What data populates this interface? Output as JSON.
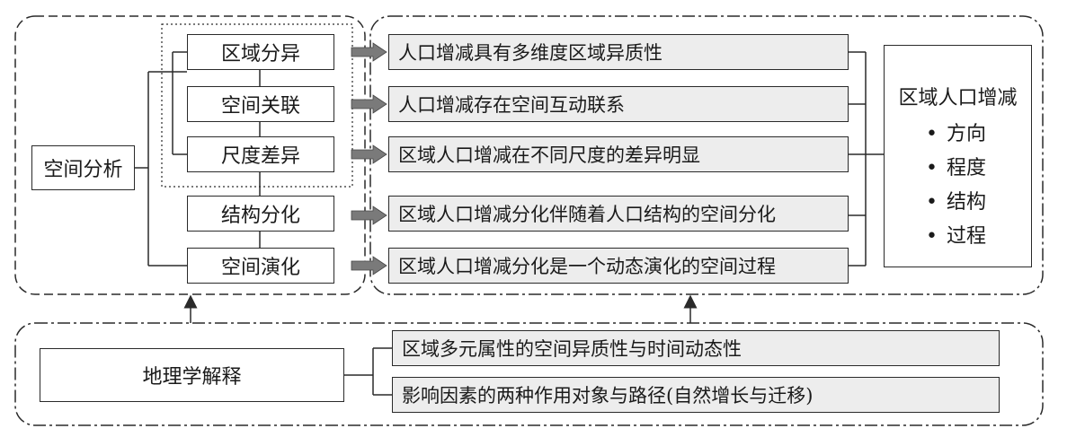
{
  "left": {
    "root": "空间分析",
    "items": [
      "区域分异",
      "空间关联",
      "尺度差异",
      "结构分化",
      "空间演化"
    ]
  },
  "findings": [
    "人口增减具有多维度区域异质性",
    "人口增减存在空间互动联系",
    "区域人口增减在不同尺度的差异明显",
    "区域人口增减分化伴随着人口结构的空间分化",
    "区域人口增减分化是一个动态演化的空间过程"
  ],
  "outcome": {
    "title": "区域人口增减",
    "bullets": [
      "方向",
      "程度",
      "结构",
      "过程"
    ]
  },
  "bottom": {
    "root": "地理学解释",
    "items": [
      "区域多元属性的空间异质性与时间动态性",
      "影响因素的两种作用对象与路径(自然增长与迁移)"
    ]
  },
  "colors": {
    "line": "#2a2a2a",
    "arrow": "#7a7a7a",
    "finding_fill": "#ededed"
  }
}
